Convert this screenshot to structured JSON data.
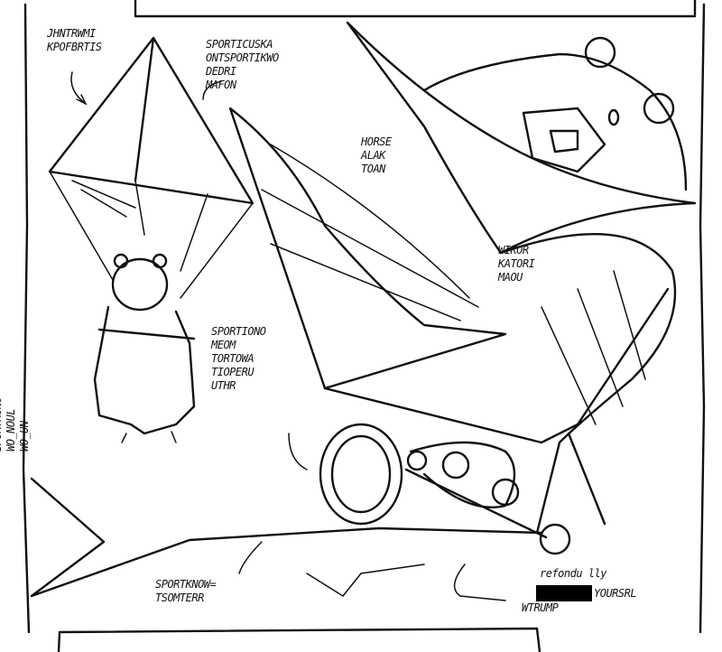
{
  "labels": {
    "parachute_note": "JHNTRWMI\nKPOFBRTIS",
    "top_center_note": "SPORTICUSKA\nONTSPORTIKWO\nDEDRI\nMAFON",
    "wing_note": "HORSE\nALAK\nTOAN",
    "bear_right_note": "WIKOR\nKATORI\nMAOU",
    "center_note": "SPORTIONO\nMEOM\nTORTOWA\nTIOPERU\nUTHR",
    "left_vertical_note": "SPORTMONO\nWO_NOUL\nWO_UN",
    "bottom_left_note": "SPORTKNOW=\nTSOMTERR",
    "bottom_right_note_line1": "refondu lly",
    "bottom_right_note_line2": "YOURSRL",
    "bottom_right_note_line3": "WTRUMP"
  },
  "redaction_color": "#000000"
}
